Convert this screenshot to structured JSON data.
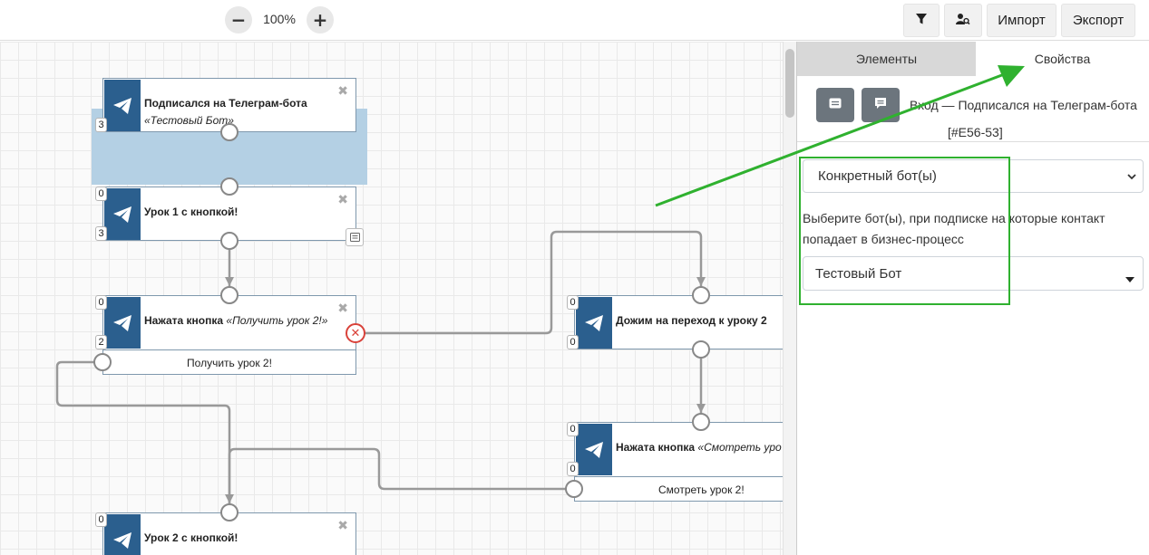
{
  "toolbar": {
    "zoom_out_label": "−",
    "zoom_level": "100%",
    "zoom_in_label": "+",
    "import_label": "Импорт",
    "export_label": "Экспорт"
  },
  "nodes": {
    "n1": {
      "title": "Подписался на Телеграм-бота",
      "subtitle": "«Тестовый Бот»",
      "count_out": "3"
    },
    "n2": {
      "title": "Урок 1 с кнопкой!",
      "count_in": "0",
      "count_out": "3"
    },
    "n3": {
      "title": "Нажата кнопка",
      "title_param": "«Получить урок 2!»",
      "count_in": "0",
      "count_out": "2",
      "button": "Получить урок 2!"
    },
    "n4": {
      "title": "Дожим на переход к уроку 2",
      "count_in": "0",
      "count_out": "0"
    },
    "n5": {
      "title": "Нажата кнопка",
      "title_param": "«Смотреть уро",
      "count_in": "0",
      "count_out": "0",
      "button": "Смотреть урок 2!"
    },
    "n6": {
      "title": "Урок 2 с кнопкой!",
      "count_in": "0"
    }
  },
  "panel": {
    "tabs": [
      "Элементы",
      "Свойства"
    ],
    "title": "Вход — Подписался на Телеграм-бота",
    "id": "[#E56-53]",
    "select_mode": "Конкретный бот(ы)",
    "help_text": "Выберите бот(ы), при подписке на которые контакт попадает в бизнес-процесс",
    "bot_value": "Тестовый Бот"
  },
  "colors": {
    "accent": "#2b5f8e",
    "annotation": "#2fb12f",
    "error": "#d9423a"
  }
}
